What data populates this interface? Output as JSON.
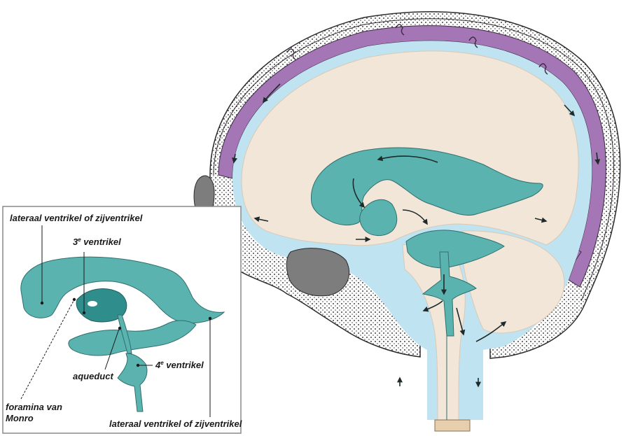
{
  "colors": {
    "ventricle": "#5bb3b0",
    "ventricle_dark": "#2f8e8c",
    "csf": "#bfe3f1",
    "brain": "#f2e6d8",
    "dura": "#a576b6",
    "bone": "#ffffff",
    "bone_outline": "#2b2b2b",
    "sinus": "#7d7d7d"
  },
  "inset": {
    "labels": {
      "lateral_top": "lateraal ventrikel of zijventrikel",
      "third_num": "3",
      "third_sup": "e",
      "third_word": " ventrikel",
      "fourth_num": "4",
      "fourth_sup": "e",
      "fourth_word": " ventrikel",
      "aqueduct": "aqueduct",
      "foramina_line1": "foramina van",
      "foramina_line2": "Monro",
      "lateral_bottom": "lateraal ventrikel of zijventrikel"
    }
  }
}
